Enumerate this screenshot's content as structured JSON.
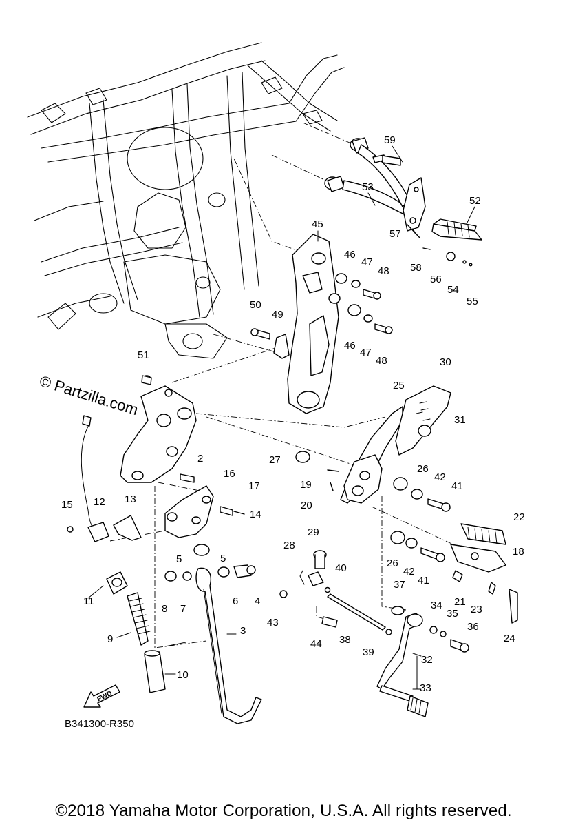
{
  "watermark": "© Partzilla.com",
  "diagram_ref": "B341300-R350",
  "fwd_label": "FWD",
  "copyright": "©2018 Yamaha Motor Corporation, U.S.A. All rights reserved.",
  "callouts": [
    "59",
    "53",
    "52",
    "45",
    "57",
    "58",
    "56",
    "54",
    "55",
    "46",
    "47",
    "48",
    "50",
    "49",
    "46",
    "47",
    "48",
    "51",
    "30",
    "25",
    "31",
    "27",
    "26",
    "42",
    "41",
    "2",
    "16",
    "17",
    "19",
    "20",
    "15",
    "12",
    "13",
    "14",
    "22",
    "5",
    "5",
    "29",
    "28",
    "40",
    "26",
    "42",
    "41",
    "18",
    "11",
    "8",
    "7",
    "6",
    "4",
    "21",
    "37",
    "3",
    "43",
    "38",
    "34",
    "35",
    "36",
    "23",
    "24",
    "44",
    "39",
    "9",
    "32",
    "10",
    "33"
  ]
}
